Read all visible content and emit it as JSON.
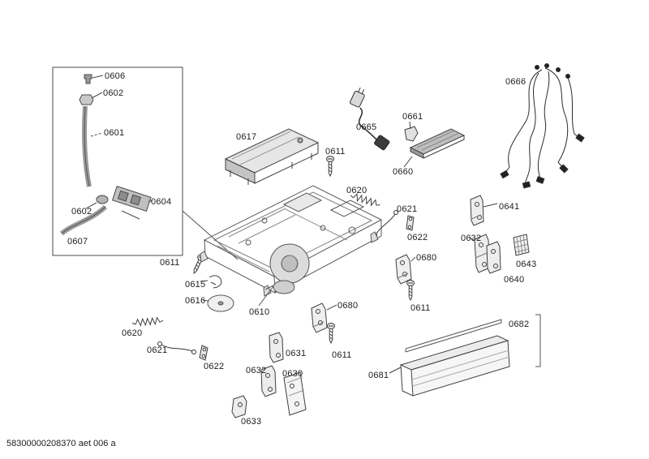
{
  "footer": {
    "doc_code": "58300000208370 aet 006 a"
  },
  "colors": {
    "background": "#ffffff",
    "line": "#3f3f3f",
    "fill_light": "#ececec",
    "fill_mid": "#c9c9c9",
    "fill_dark": "#3c3c3c"
  },
  "diagram": {
    "labels": [
      {
        "text": "0606"
      },
      {
        "text": "0602"
      },
      {
        "text": "0601"
      },
      {
        "text": "0602"
      },
      {
        "text": "0604"
      },
      {
        "text": "0607"
      },
      {
        "text": "0617"
      },
      {
        "text": "0665"
      },
      {
        "text": "0661"
      },
      {
        "text": "0666"
      },
      {
        "text": "0611"
      },
      {
        "text": "0660"
      },
      {
        "text": "0620"
      },
      {
        "text": "0621"
      },
      {
        "text": "0622"
      },
      {
        "text": "0641"
      },
      {
        "text": "0632"
      },
      {
        "text": "0643"
      },
      {
        "text": "0640"
      },
      {
        "text": "0611"
      },
      {
        "text": "0615"
      },
      {
        "text": "0616"
      },
      {
        "text": "0680"
      },
      {
        "text": "0610"
      },
      {
        "text": "0680"
      },
      {
        "text": "0611"
      },
      {
        "text": "0620"
      },
      {
        "text": "0621"
      },
      {
        "text": "0622"
      },
      {
        "text": "0631"
      },
      {
        "text": "0611"
      },
      {
        "text": "0632"
      },
      {
        "text": "0630"
      },
      {
        "text": "0633"
      },
      {
        "text": "0682"
      },
      {
        "text": "0681"
      }
    ]
  }
}
